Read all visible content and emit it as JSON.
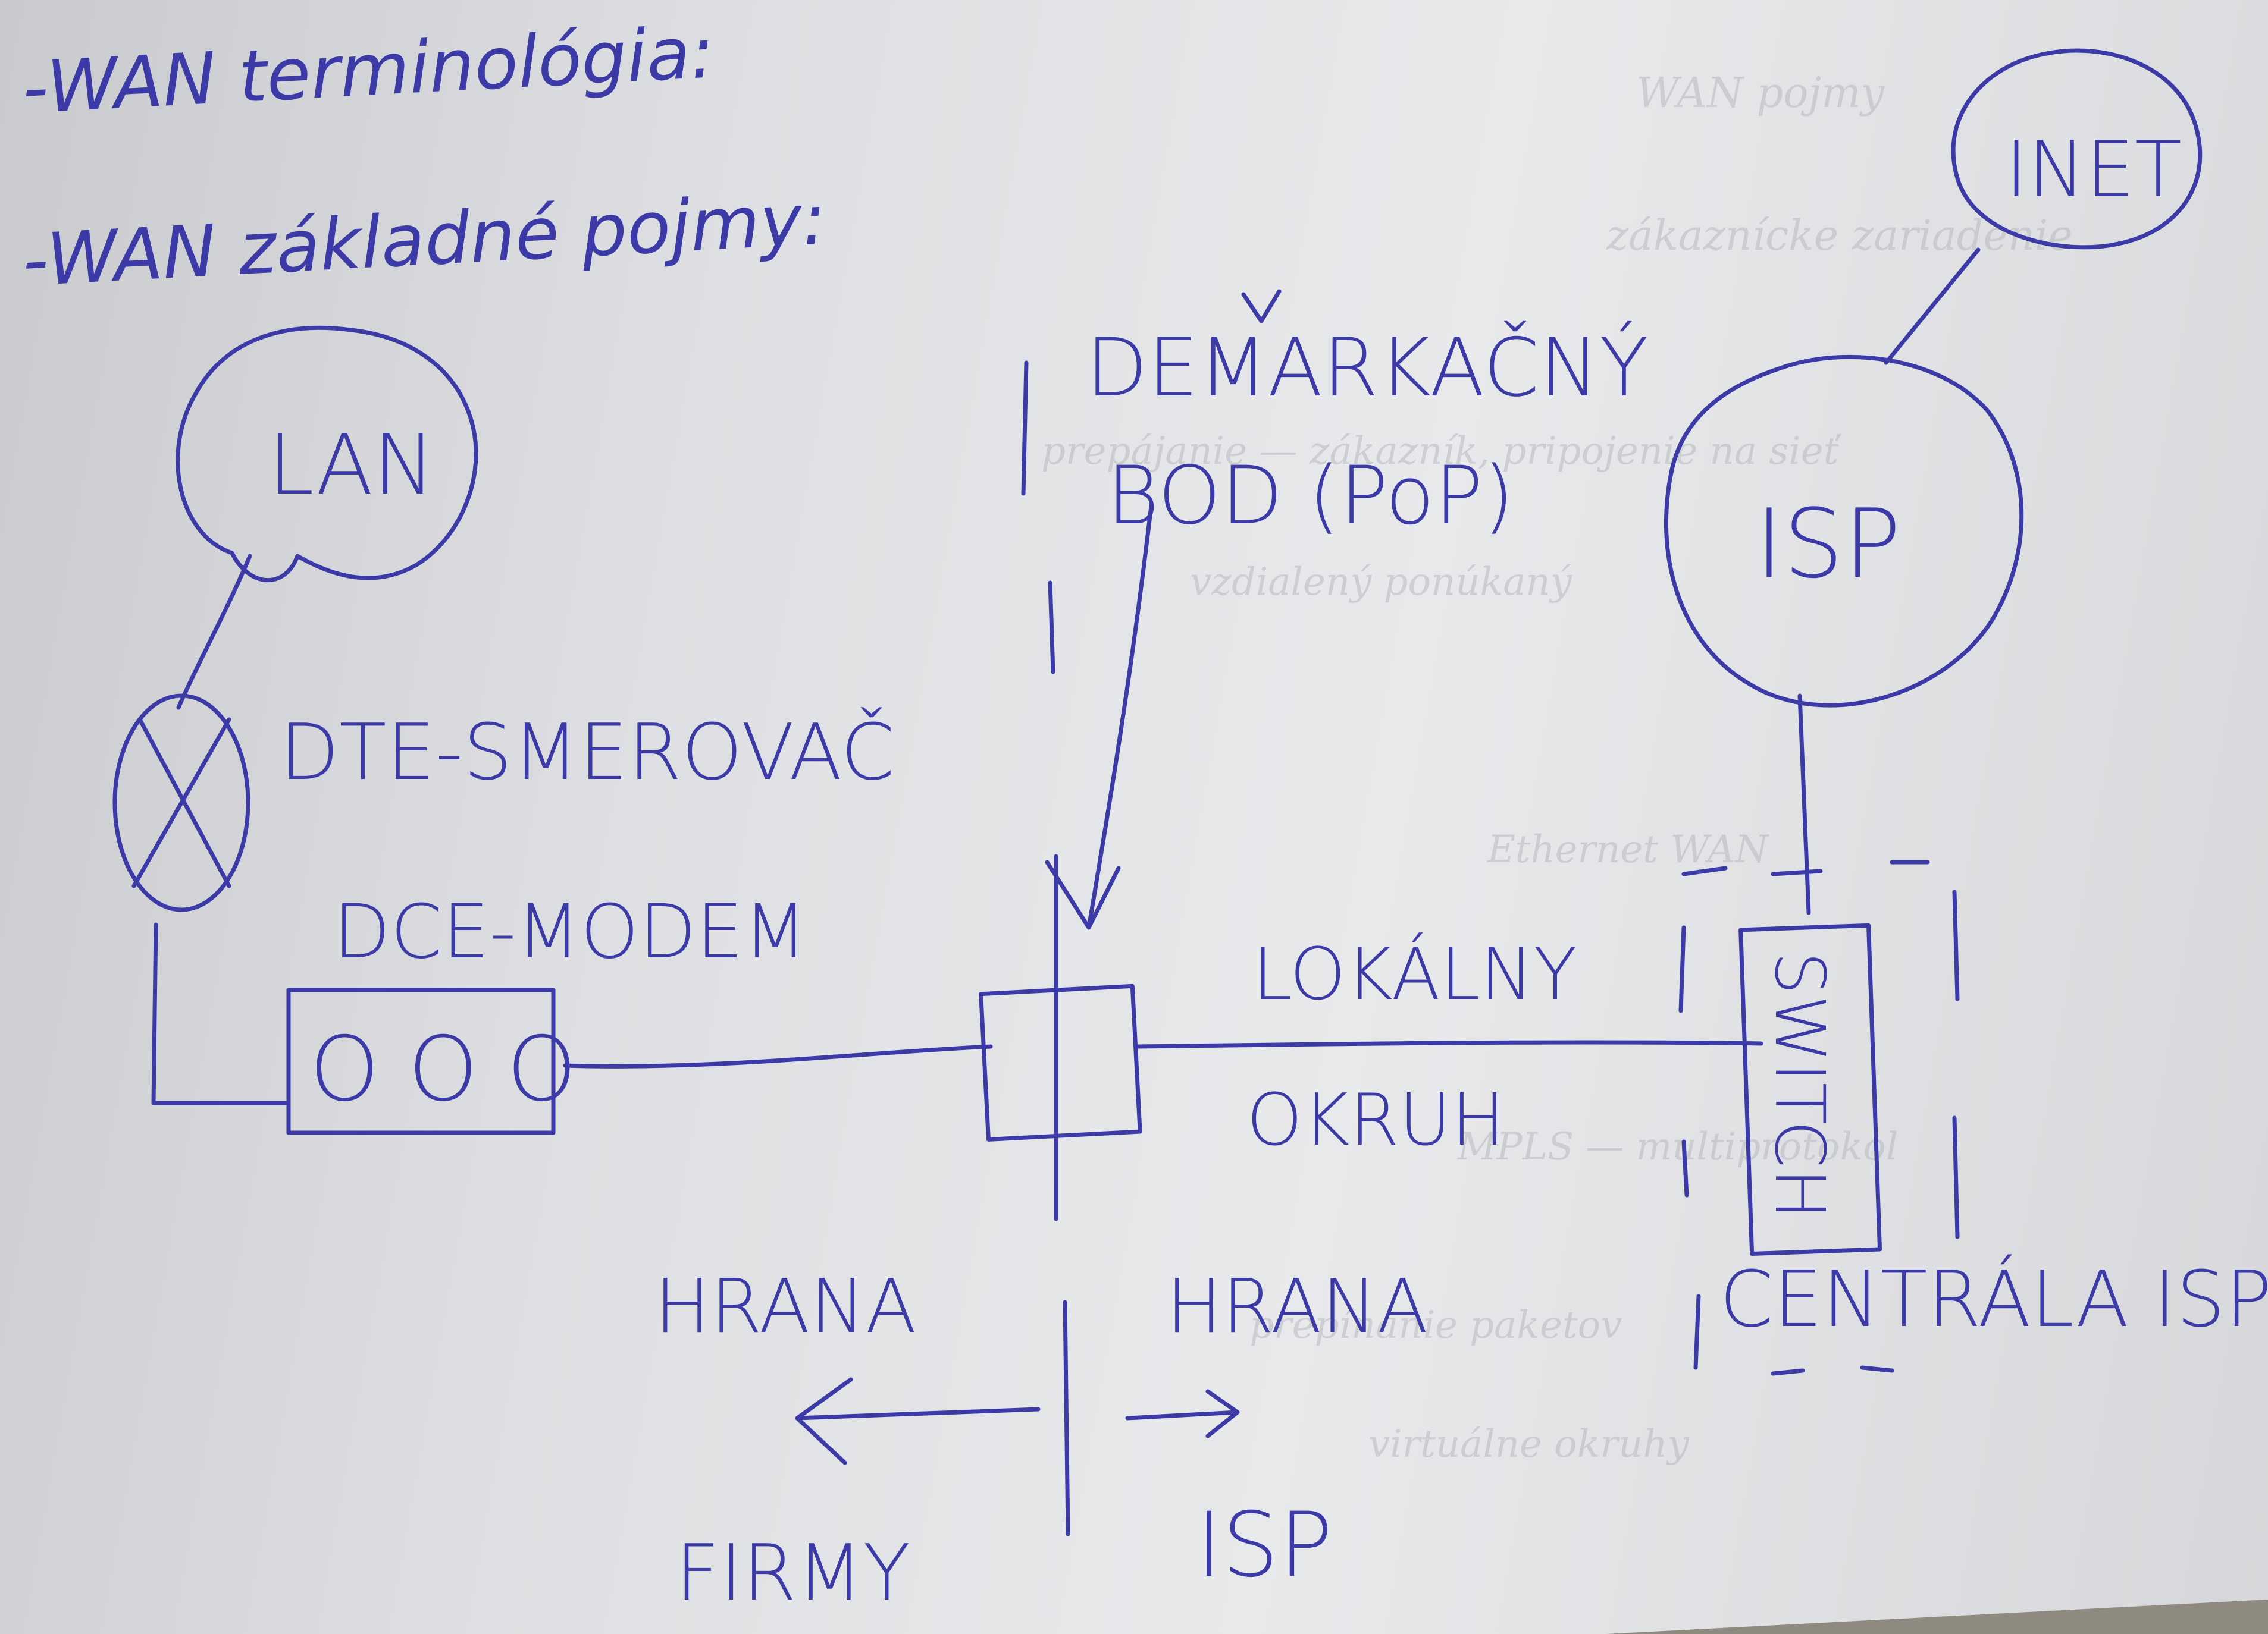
{
  "heading": {
    "line1": "-WAN terminológia:",
    "line2": "-WAN základné pojmy:"
  },
  "nodes": {
    "lan": "LAN",
    "inet": "INET",
    "isp_cloud": "ISP",
    "dte": "DTE-SMEROVAČ",
    "dce": "DCE-MODEM",
    "modem_leds": "O O O",
    "switch": "SWITCH",
    "central_office": "CENTRÁLA ISP"
  },
  "labels": {
    "demarc_line1": "DEMARKAČNÝ",
    "demarc_line2": "BOD (PoP)",
    "local_loop_line1": "LOKÁLNY",
    "local_loop_line2": "OKRUH",
    "edge_left": "HRANA",
    "edge_right": "HRANA",
    "side_left": "FIRMY",
    "side_right": "ISP"
  },
  "colors": {
    "ink": "#3b3aa6",
    "paper": "#e2e3e6"
  }
}
